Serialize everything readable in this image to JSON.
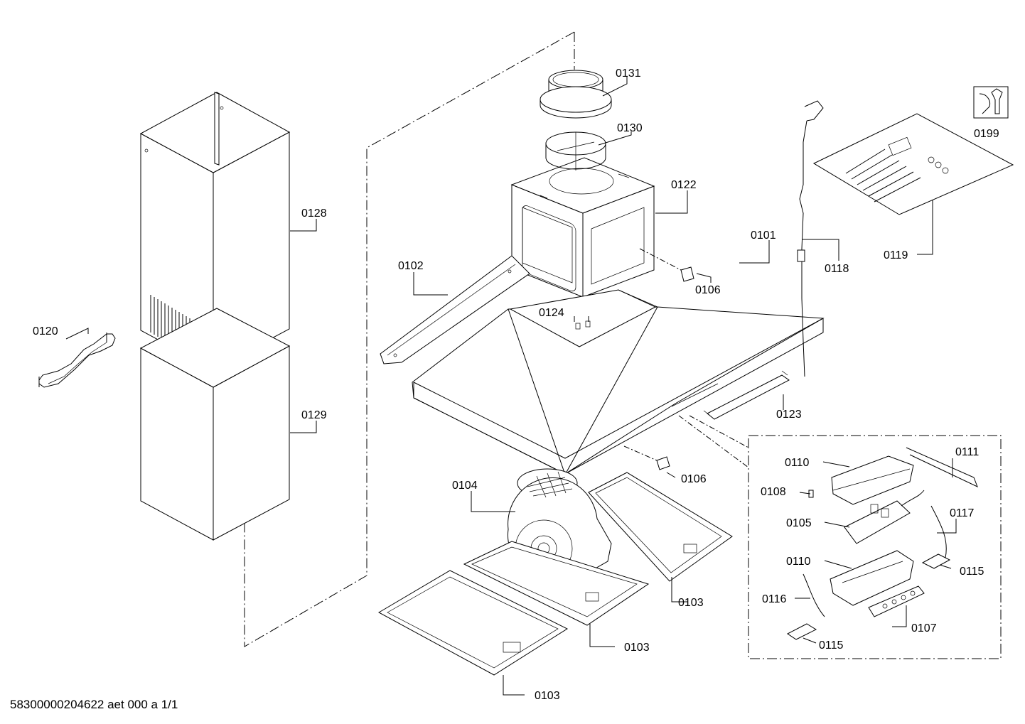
{
  "parts": {
    "p0101": "0101",
    "p0102": "0102",
    "p0103a": "0103",
    "p0103b": "0103",
    "p0103c": "0103",
    "p0104": "0104",
    "p0105": "0105",
    "p0106a": "0106",
    "p0106b": "0106",
    "p0107": "0107",
    "p0108": "0108",
    "p0110a": "0110",
    "p0110b": "0110",
    "p0111": "0111",
    "p0115a": "0115",
    "p0115b": "0115",
    "p0116": "0116",
    "p0117": "0117",
    "p0118": "0118",
    "p0119": "0119",
    "p0120": "0120",
    "p0122": "0122",
    "p0123": "0123",
    "p0124": "0124",
    "p0128": "0128",
    "p0129": "0129",
    "p0130": "0130",
    "p0131": "0131",
    "p0199": "0199"
  },
  "footer": "58300000204622 aet 000 a 1/1"
}
